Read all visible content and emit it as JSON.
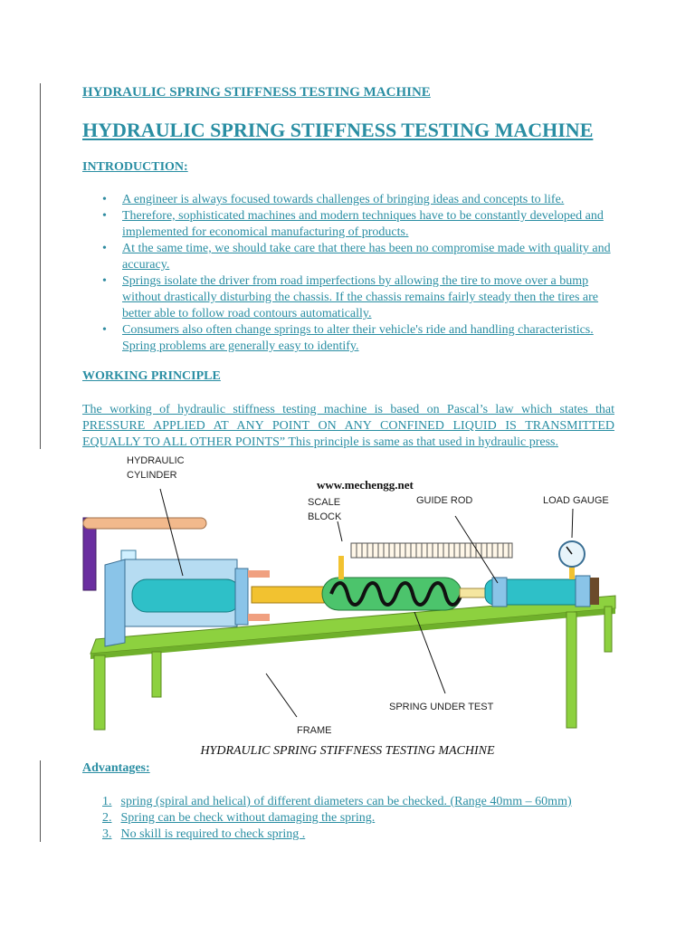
{
  "title_small": "HYDRAULIC SPRING STIFFNESS TESTING MACHINE",
  "title_big": "HYDRAULIC SPRING STIFFNESS TESTING MACHINE",
  "intro_heading": "INTRODUCTION:",
  "bullet_symbol": "•",
  "intro_bullets": [
    "A engineer is always focused towards challenges of bringing ideas and concepts to life.",
    "Therefore, sophisticated machines and modern techniques have to be constantly developed and implemented for economical manufacturing of products.",
    "At the same time, we should take care that there has been no compromise made with quality and accuracy.",
    "Springs isolate the driver from road imperfections by allowing the tire to move over a bump without drastically disturbing the chassis. If the chassis remains fairly steady then the tires are better able to follow road contours automatically.",
    "Consumers also often change springs to alter their vehicle's ride and handling characteristics. Spring problems are generally easy to identify."
  ],
  "working_heading": "WORKING PRINCIPLE",
  "working_text": "The working of hydraulic stiffness testing machine is based on Pascal’s law which states that PRESSURE APPLIED AT ANY POINT ON ANY CONFINED LIQUID IS TRANSMITTED EQUALLY TO ALL OTHER POINTS” This principle is same as that used in hydraulic press.",
  "figure": {
    "website": "www.mechengg.net",
    "labels": {
      "cylinder_1": "HYDRAULIC",
      "cylinder_2": "CYLINDER",
      "scale_1": "SCALE",
      "scale_2": "BLOCK",
      "guide_rod": "GUIDE ROD",
      "load_gauge": "LOAD GAUGE",
      "spring": "SPRING UNDER TEST",
      "frame": "FRAME"
    }
  },
  "caption": "HYDRAULIC SPRING STIFFNESS TESTING MACHINE",
  "advantages_heading": "Advantages:",
  "advantages": [
    {
      "num": "1.",
      "text": "spring (spiral and helical) of different diameters can be checked. (Range 40mm – 60mm)"
    },
    {
      "num": "2.",
      "text": "Spring can be check without damaging the spring."
    },
    {
      "num": "3.",
      "text": "No skill is required to check spring ."
    }
  ]
}
